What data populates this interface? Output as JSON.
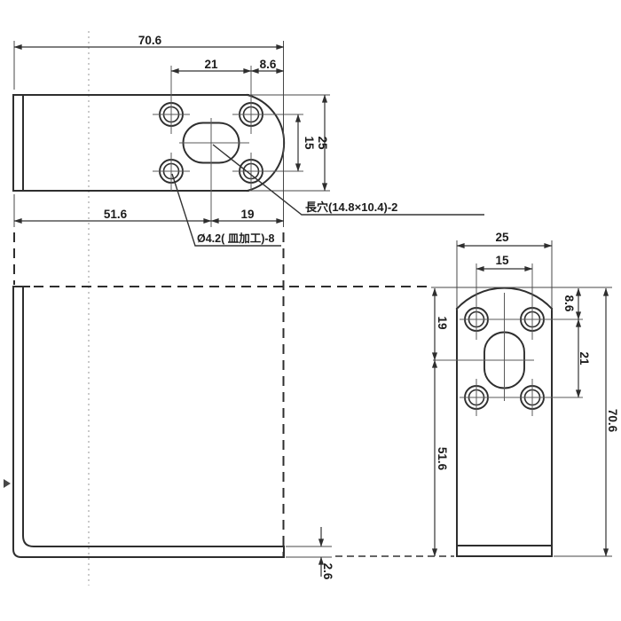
{
  "drawing": {
    "callouts": {
      "slot": "長穴(14.8×10.4)-2",
      "hole": "Ø4.2( 皿加工)-8"
    },
    "top_view": {
      "overall_length": "70.6",
      "hole_pitch": "21",
      "end_offset": "8.6",
      "hole_row_pitch": "15",
      "plate_width": "25",
      "left_length": "51.6",
      "slot_to_end": "19"
    },
    "front_view": {
      "thickness": "2.6"
    },
    "side_view": {
      "plate_width": "25",
      "hole_pitch": "15",
      "top_to_slot": "19",
      "end_offset": "8.6",
      "hole_col_pitch": "21",
      "slot_to_bottom": "51.6",
      "overall_length": "70.6"
    }
  }
}
